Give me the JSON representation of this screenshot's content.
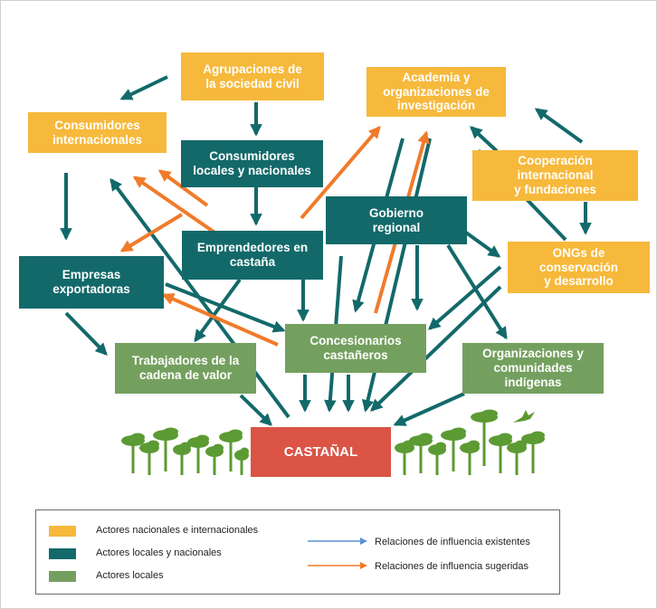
{
  "boxes": [
    {
      "id": "agrupaciones",
      "text": "Agrupaciones de\nla sociedad civil",
      "color": "yellow"
    },
    {
      "id": "academia",
      "text": "Academia y\norganizaciones de\ninvestigación",
      "color": "yellow"
    },
    {
      "id": "consumidores_int",
      "text": "Consumidores\ninternacionales",
      "color": "yellow"
    },
    {
      "id": "consumidores_loc",
      "text": "Consumidores\nlocales y nacionales",
      "color": "teal"
    },
    {
      "id": "cooperacion",
      "text": "Cooperación\ninternacional\ny fundaciones",
      "color": "yellow"
    },
    {
      "id": "gobierno",
      "text": "Gobierno\nregional",
      "color": "teal"
    },
    {
      "id": "emprendedores",
      "text": "Emprendedores en\ncastaña",
      "color": "teal"
    },
    {
      "id": "ongs",
      "text": "ONGs de\nconservación\ny desarrollo",
      "color": "yellow"
    },
    {
      "id": "empresas",
      "text": "Empresas\nexportadoras",
      "color": "teal"
    },
    {
      "id": "concesionarios",
      "text": "Concesionarios\ncastañeros",
      "color": "green"
    },
    {
      "id": "trabajadores",
      "text": "Trabajadores de la\ncadena de valor",
      "color": "green"
    },
    {
      "id": "organizaciones",
      "text": "Organizaciones y\ncomunidades\nindígenas",
      "color": "green"
    },
    {
      "id": "castanal",
      "text": "CASTAÑAL",
      "color": "red"
    }
  ],
  "legend": {
    "colors": [
      {
        "label": "Actores nacionales e internacionales",
        "color": "#f6b93b"
      },
      {
        "label": "Actores locales y nacionales",
        "color": "#13696a"
      },
      {
        "label": "Actores locales",
        "color": "#74a05f"
      }
    ],
    "arrows": [
      {
        "label": "Relaciones de influencia existentes",
        "color": "#5b8fd6"
      },
      {
        "label": "Relaciones de influencia sugeridas",
        "color": "#f07b2a"
      }
    ]
  },
  "colors": {
    "existing_arrow": "#13696a",
    "suggested_arrow": "#f07b2a",
    "tree": "#5c9a33"
  }
}
